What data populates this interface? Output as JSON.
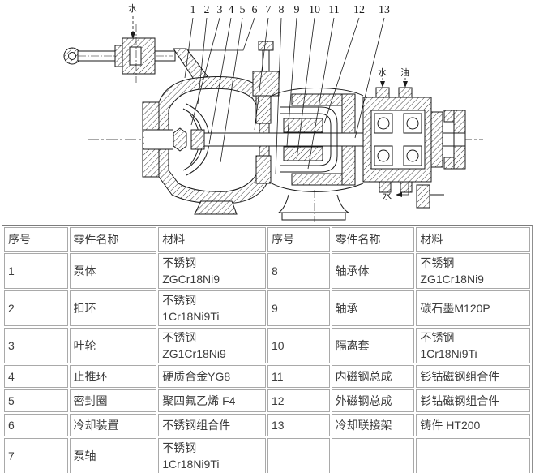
{
  "diagram": {
    "callouts": [
      "1",
      "2",
      "3",
      "4",
      "5",
      "6",
      "7",
      "8",
      "9",
      "10",
      "11",
      "12",
      "13"
    ],
    "annotations": {
      "flush_water": "水",
      "bearing_water": "水",
      "bearing_oil": "油",
      "drain_water": "水"
    }
  },
  "table": {
    "headers": [
      "序号",
      "零件名称",
      "材料",
      "序号",
      "零件名称",
      "材料"
    ],
    "rows": [
      [
        "1",
        "泵体",
        "不锈钢\nZGCr18Ni9",
        "8",
        "轴承体",
        "不锈钢\nZG1Cr18Ni9"
      ],
      [
        "2",
        "扣环",
        "不锈钢\n1Cr18Ni9Ti",
        "9",
        "轴承",
        "碳石墨M120P"
      ],
      [
        "3",
        "叶轮",
        "不锈钢\nZG1Cr18Ni9",
        "10",
        "隔离套",
        "不锈钢\n1Cr18Ni9Ti"
      ],
      [
        "4",
        "止推环",
        "硬质合金YG8",
        "11",
        "内磁钢总成",
        "钐钴磁钢组合件"
      ],
      [
        "5",
        "密封圈",
        "聚四氟乙烯 F4",
        "12",
        "外磁钢总成",
        "钐钴磁钢组合件"
      ],
      [
        "6",
        "冷却装置",
        "不锈钢组合件",
        "13",
        "冷却联接架",
        "铸件 HT200"
      ],
      [
        "7",
        "泵轴",
        "不锈钢\n1Cr18Ni9Ti",
        "",
        "",
        ""
      ]
    ]
  },
  "colors": {
    "line": "#1a1a1a",
    "table_outer_border": "#8f8f8f",
    "cell_border": "#a9a9a9",
    "text": "#3c3c3c"
  }
}
